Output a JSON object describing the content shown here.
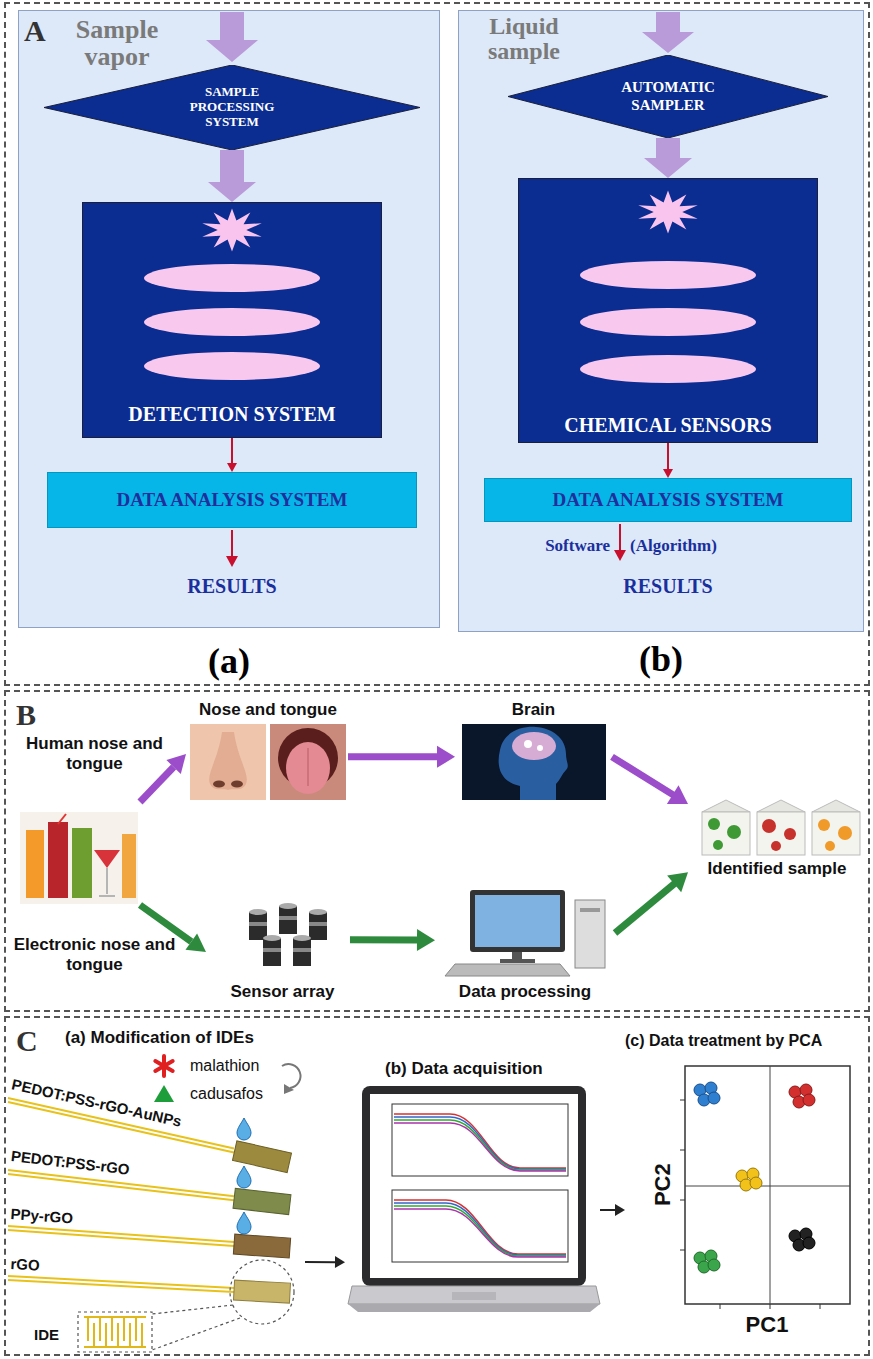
{
  "diagram": {
    "nodes": [
      {
        "text": [
          "A"
        ]
      },
      {
        "text": [
          "(a)"
        ],
        "in": 0
      },
      {
        "text": [
          "SAMPLE PROCESSING SYSTEM"
        ],
        "in": 1
      },
      {
        "text": [
          "DETECTION SYSTEM"
        ],
        "in": 1
      },
      {
        "text": [
          "DATA ANALYSIS SYSTEM"
        ],
        "in": 1
      },
      {
        "text": [
          "(b)"
        ],
        "in": 0
      },
      {
        "text": [
          "AUTOMATIC SAMPLER"
        ],
        "in": 5
      },
      {
        "text": [
          "CHEMICAL SENSORS"
        ],
        "in": 5
      },
      {
        "text": [
          "DATA ANALYSIS SYSTEM"
        ],
        "in": 5
      },
      {
        "text": [
          "B"
        ]
      },
      {
        "text": [
          "Nose and tongue"
        ],
        "in": 9
      },
      {
        "text": [
          "Brain"
        ],
        "in": 9
      },
      {
        "text": [
          "Identified sample"
        ],
        "in": 9
      },
      {
        "text": [
          "Sensor array"
        ],
        "in": 9
      },
      {
        "text": [
          "Data processing"
        ],
        "in": 9
      },
      {
        "text": [
          "C"
        ]
      },
      {
        "text": [
          "(a) Modification of IDEs"
        ],
        "in": 15
      },
      {
        "text": [
          "(b) Data acquisition"
        ],
        "in": 15
      },
      {
        "text": [
          "(c) Data treatment by PCA"
        ],
        "in": 15
      }
    ],
    "edges": [
      {
        "from": 2,
        "to": 3,
        "arrow": "to"
      },
      {
        "from": 3,
        "to": 4,
        "arrow": "to"
      },
      {
        "from": 6,
        "to": 7,
        "arrow": "to"
      },
      {
        "from": 7,
        "to": 8,
        "arrow": "to"
      },
      {
        "from": 10,
        "to": 11,
        "arrow": "to"
      },
      {
        "from": 11,
        "to": 12,
        "arrow": "to"
      },
      {
        "from": 13,
        "to": 14,
        "arrow": "to"
      },
      {
        "from": 14,
        "to": 12,
        "arrow": "to"
      },
      {
        "from": 16,
        "to": 17,
        "arrow": "to"
      },
      {
        "from": 17,
        "to": 18,
        "arrow": "to"
      }
    ],
    "labels": [
      "Sample vapor",
      "RESULTS",
      "Liquid sample",
      "Software",
      "(Algorithm)",
      "RESULTS",
      "Human nose and tongue",
      "Electronic nose and tongue",
      "PEDOT:PSS-rGO-AuNPs",
      "PEDOT:PSS-rGO",
      "PPy-rGO",
      "rGO",
      "IDE",
      "PC2",
      "PC1"
    ],
    "legend": [
      {
        "text": "malathion"
      },
      {
        "text": "cadusafos"
      }
    ]
  }
}
